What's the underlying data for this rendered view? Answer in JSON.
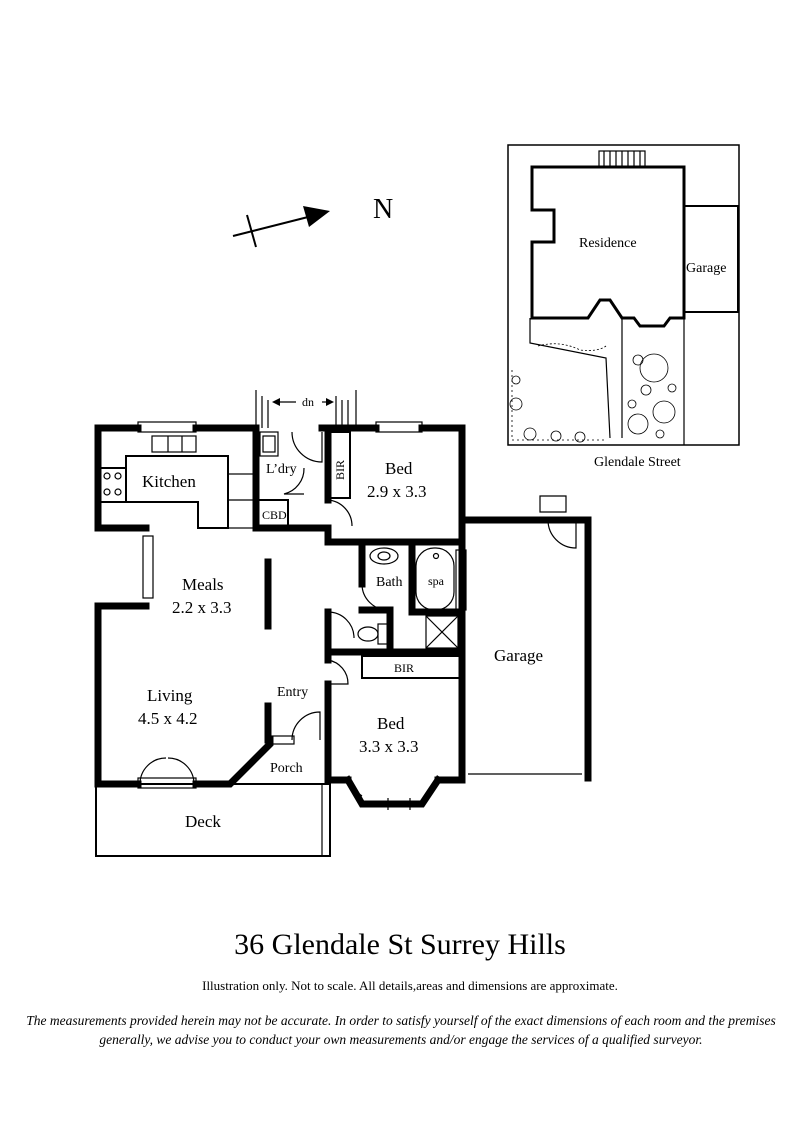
{
  "compass": {
    "label": "N"
  },
  "site_plan": {
    "residence_label": "Residence",
    "garage_label": "Garage",
    "street_label": "Glendale Street"
  },
  "rooms": {
    "kitchen": {
      "name": "Kitchen"
    },
    "laundry": {
      "name": "L’dry"
    },
    "bir_top": {
      "name": "BIR"
    },
    "cbd": {
      "name": "CBD"
    },
    "bed_top": {
      "name": "Bed",
      "size": "2.9 x 3.3"
    },
    "meals": {
      "name": "Meals",
      "size": "2.2 x 3.3"
    },
    "bath": {
      "name": "Bath"
    },
    "spa": {
      "name": "spa"
    },
    "garage": {
      "name": "Garage"
    },
    "bir_bottom": {
      "name": "BIR"
    },
    "entry": {
      "name": "Entry"
    },
    "living": {
      "name": "Living",
      "size": "4.5 x 4.2"
    },
    "bed_bottom": {
      "name": "Bed",
      "size": "3.3 x 3.3"
    },
    "porch": {
      "name": "Porch"
    },
    "deck": {
      "name": "Deck"
    },
    "stairs": {
      "name": "dn"
    }
  },
  "title": "36 Glendale St Surrey Hills",
  "disclaimer_short": "Illustration only. Not to scale. All details,areas and dimensions are approximate.",
  "disclaimer_long": "The measurements provided herein may not be accurate. In order to satisfy yourself of the exact dimensions of each room and the premises generally, we advise you to conduct your own measurements and/or engage the services of a qualified surveyor."
}
